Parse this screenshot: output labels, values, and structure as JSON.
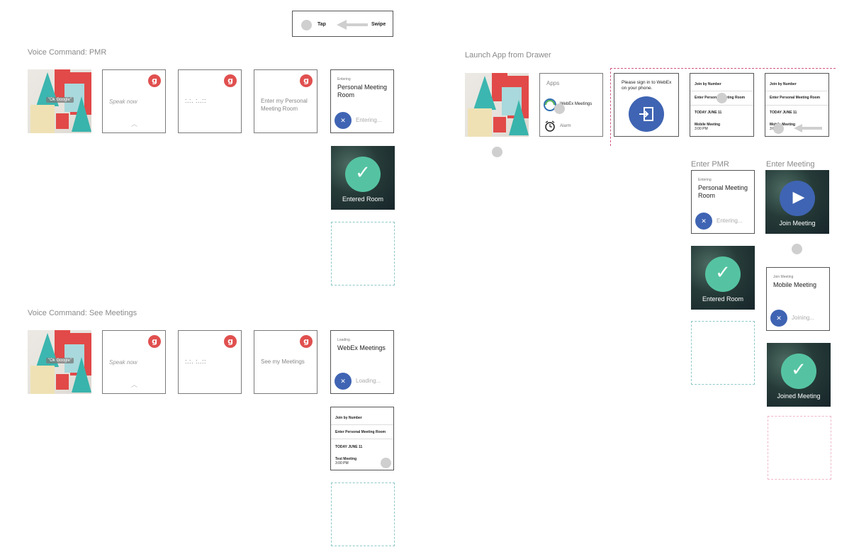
{
  "legend": {
    "tap_label": "Tap",
    "swipe_label": "Swipe"
  },
  "sections": {
    "pmr_title": "Voice Command: PMR",
    "meetings_title": "Voice Command: See Meetings",
    "drawer_title": "Launch App from Drawer",
    "enter_pmr_title": "Enter PMR",
    "enter_meeting_title": "Enter Meeting"
  },
  "common": {
    "ok_google": "\"Ok Google\"",
    "speak_now": "Speak now",
    "listening_dots": ":.:. :..::",
    "g_badge": "g",
    "x_symbol": "✕",
    "check_symbol": "✓",
    "play_symbol": "▶"
  },
  "pmr": {
    "command": "Enter my Personal Meeting Room",
    "status_label": "Entering",
    "room_title": "Personal Meeting Room",
    "progress_text": "Entering...",
    "entered_label": "Entered Room"
  },
  "see_meetings": {
    "command": "See my Meetings",
    "status_label": "Loading",
    "app_title": "WebEx Meetings",
    "progress_text": "Loading..."
  },
  "meeting_list_a": {
    "join_by_number": "Join by Number",
    "enter_pmr": "Enter Personal Meeting Room",
    "date": "TODAY JUNE 11",
    "meeting_name": "Test Meeting",
    "meeting_time": "3:00 PM"
  },
  "drawer": {
    "apps_title": "Apps",
    "app_webex": "WebEx Meetings",
    "app_alarm": "Alarm",
    "signin_text": "Please sign in to WebEx on your phone."
  },
  "meeting_list_b": {
    "join_by_number": "Join by Number",
    "enter_pmr": "Enter Personal Meeting Room",
    "date": "TODAY JUNE 11",
    "meeting_name": "Mobile Meeting",
    "meeting_time": "3:00 PM"
  },
  "enter_pmr_flow": {
    "status_label": "Entering",
    "room_title": "Personal Meeting Room",
    "progress_text": "Entering...",
    "entered_label": "Entered Room"
  },
  "enter_meeting_flow": {
    "join_label": "Join Meeting",
    "status_label": "Join Meeting",
    "meeting_title": "Mobile Meeting",
    "progress_text": "Joining...",
    "joined_label": "Joined Meeting"
  }
}
